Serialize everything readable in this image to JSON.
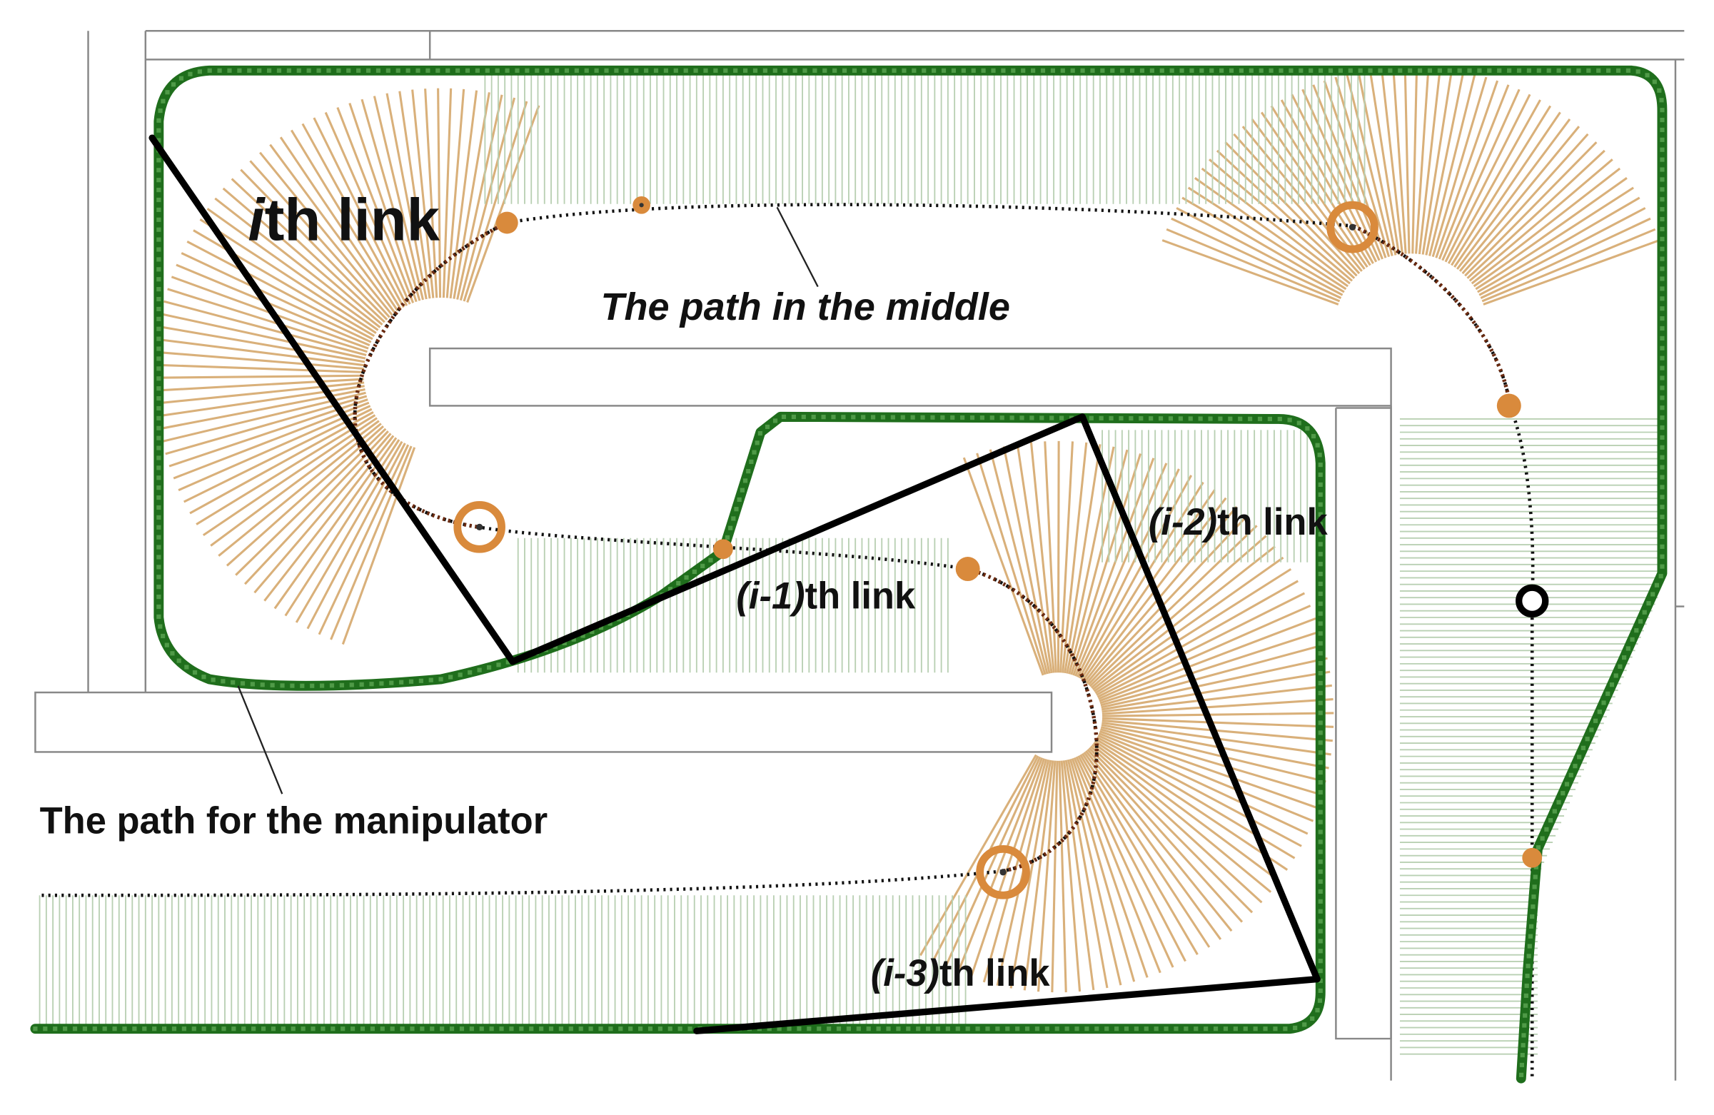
{
  "labels": {
    "ith_prefix": "i",
    "ith_suffix": "th link",
    "i1_prefix": "(i-1)",
    "i1_suffix": "th link",
    "i2_prefix": "(i-2)",
    "i2_suffix": "th link",
    "i3_prefix": "(i-3)",
    "i3_suffix": "th link",
    "middle_path": "The path in the middle",
    "manipulator_path": "The path for the manipulator"
  },
  "colors": {
    "green_path": "#1f6e1c",
    "orange": "#d98a3c",
    "orange_ray": "#d9b07a",
    "green_ray": "#b9d0b3",
    "link": "#000000",
    "wall": "#888888",
    "dark_dot": "#6b2a10"
  }
}
